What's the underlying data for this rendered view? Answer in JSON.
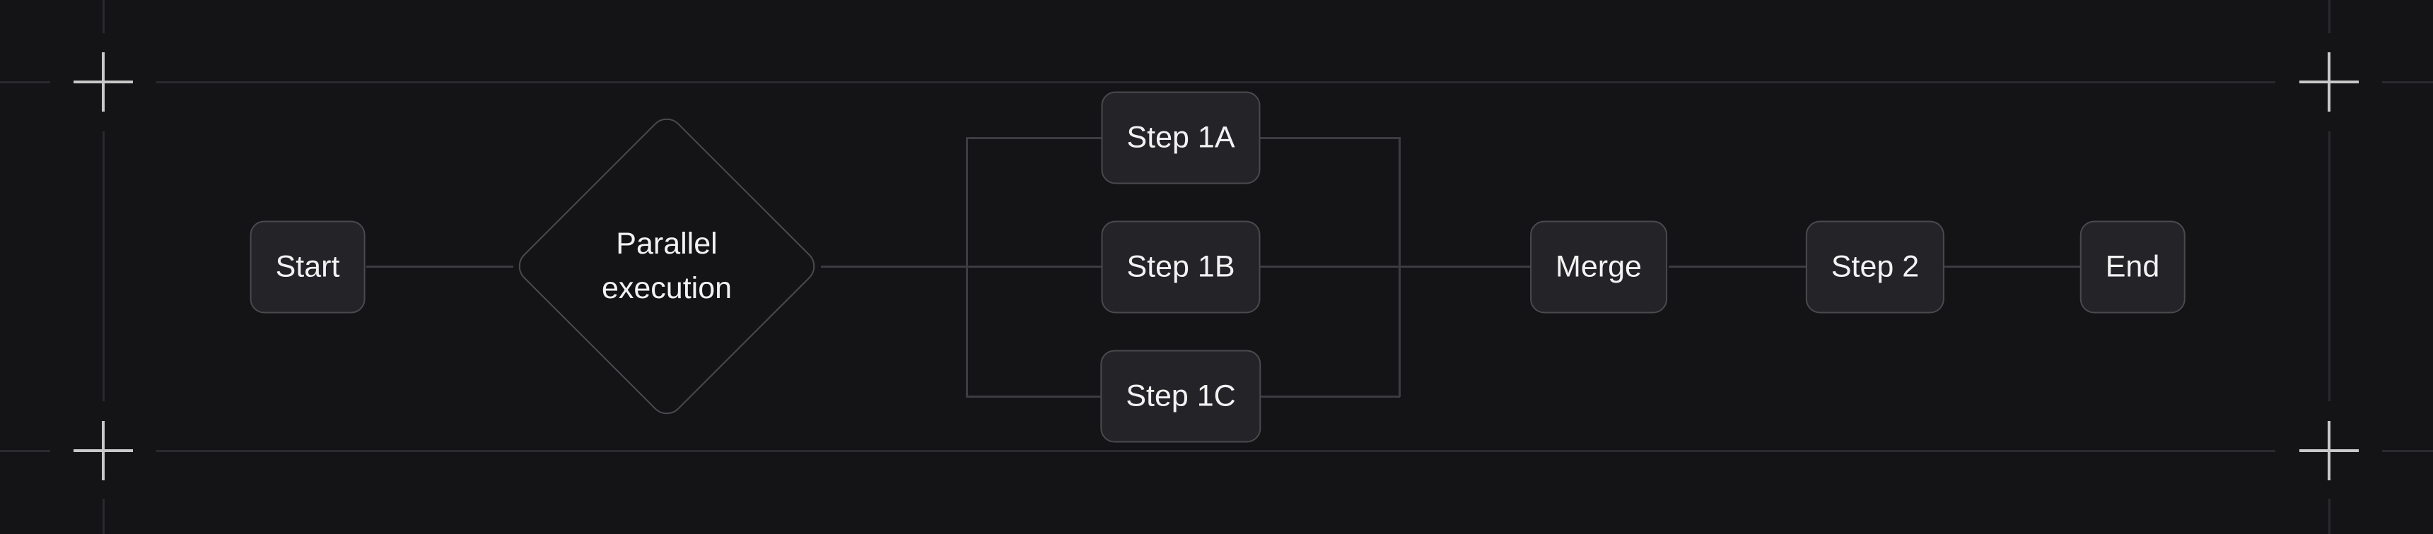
{
  "colors": {
    "background": "#141416",
    "node_fill": "#242428",
    "node_border": "#4a4a4e",
    "node_text": "#f2f2f3",
    "connector": "#3d3d41",
    "frame_line": "#2a2a2e",
    "crosshair": "#c9c9ca"
  },
  "frame": {
    "corner_marker": "crosshair-plus"
  },
  "flowchart": {
    "nodes": {
      "start": {
        "label": "Start",
        "shape": "rounded-rect"
      },
      "parallel": {
        "label": "Parallel execution",
        "shape": "diamond"
      },
      "step1a": {
        "label": "Step 1A",
        "shape": "rounded-rect"
      },
      "step1b": {
        "label": "Step 1B",
        "shape": "rounded-rect"
      },
      "step1c": {
        "label": "Step 1C",
        "shape": "rounded-rect"
      },
      "merge": {
        "label": "Merge",
        "shape": "rounded-rect"
      },
      "step2": {
        "label": "Step 2",
        "shape": "rounded-rect"
      },
      "end": {
        "label": "End",
        "shape": "rounded-rect"
      }
    },
    "edges": [
      {
        "from": "start",
        "to": "parallel"
      },
      {
        "from": "parallel",
        "to": "step1a"
      },
      {
        "from": "parallel",
        "to": "step1b"
      },
      {
        "from": "parallel",
        "to": "step1c"
      },
      {
        "from": "step1a",
        "to": "merge"
      },
      {
        "from": "step1b",
        "to": "merge"
      },
      {
        "from": "step1c",
        "to": "merge"
      },
      {
        "from": "merge",
        "to": "step2"
      },
      {
        "from": "step2",
        "to": "end"
      }
    ]
  }
}
